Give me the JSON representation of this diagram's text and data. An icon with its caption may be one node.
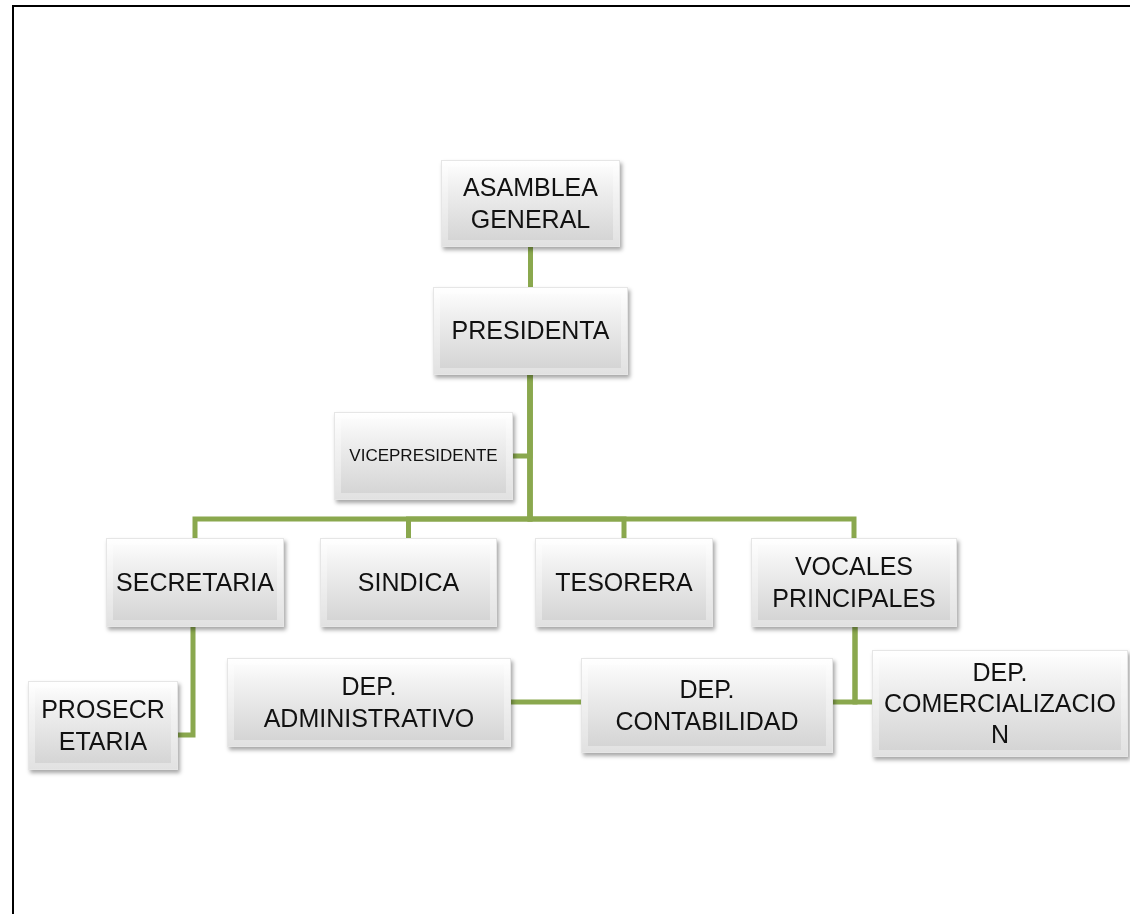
{
  "diagram": {
    "nodes": [
      {
        "text": [
          "ASAMBLEA GENERAL"
        ]
      },
      {
        "text": [
          "PRESIDENTA"
        ]
      },
      {
        "text": [
          "VICEPRESIDENTE"
        ]
      },
      {
        "text": [
          "SECRETARIA"
        ]
      },
      {
        "text": [
          "SINDICA"
        ]
      },
      {
        "text": [
          "TESORERA"
        ]
      },
      {
        "text": [
          "VOCALES PRINCIPALES"
        ]
      },
      {
        "text": [
          "PROSECRETARIA"
        ]
      },
      {
        "text": [
          "DEP. ADMINISTRATIVO"
        ]
      },
      {
        "text": [
          "DEP. CONTABILIDAD"
        ]
      },
      {
        "text": [
          "DEP. COMERCIALIZACION"
        ]
      }
    ],
    "edges": [
      {
        "from": 0,
        "to": 1,
        "arrow": "none"
      },
      {
        "from": 1,
        "to": 2,
        "arrow": "none"
      },
      {
        "from": 1,
        "to": 3,
        "arrow": "none"
      },
      {
        "from": 1,
        "to": 4,
        "arrow": "none"
      },
      {
        "from": 1,
        "to": 5,
        "arrow": "none"
      },
      {
        "from": 1,
        "to": 6,
        "arrow": "none"
      },
      {
        "from": 3,
        "to": 7,
        "arrow": "none"
      },
      {
        "from": 8,
        "to": 9,
        "arrow": "none"
      },
      {
        "from": 6,
        "to": 9,
        "arrow": "none"
      },
      {
        "from": 6,
        "to": 10,
        "arrow": "none"
      }
    ]
  }
}
